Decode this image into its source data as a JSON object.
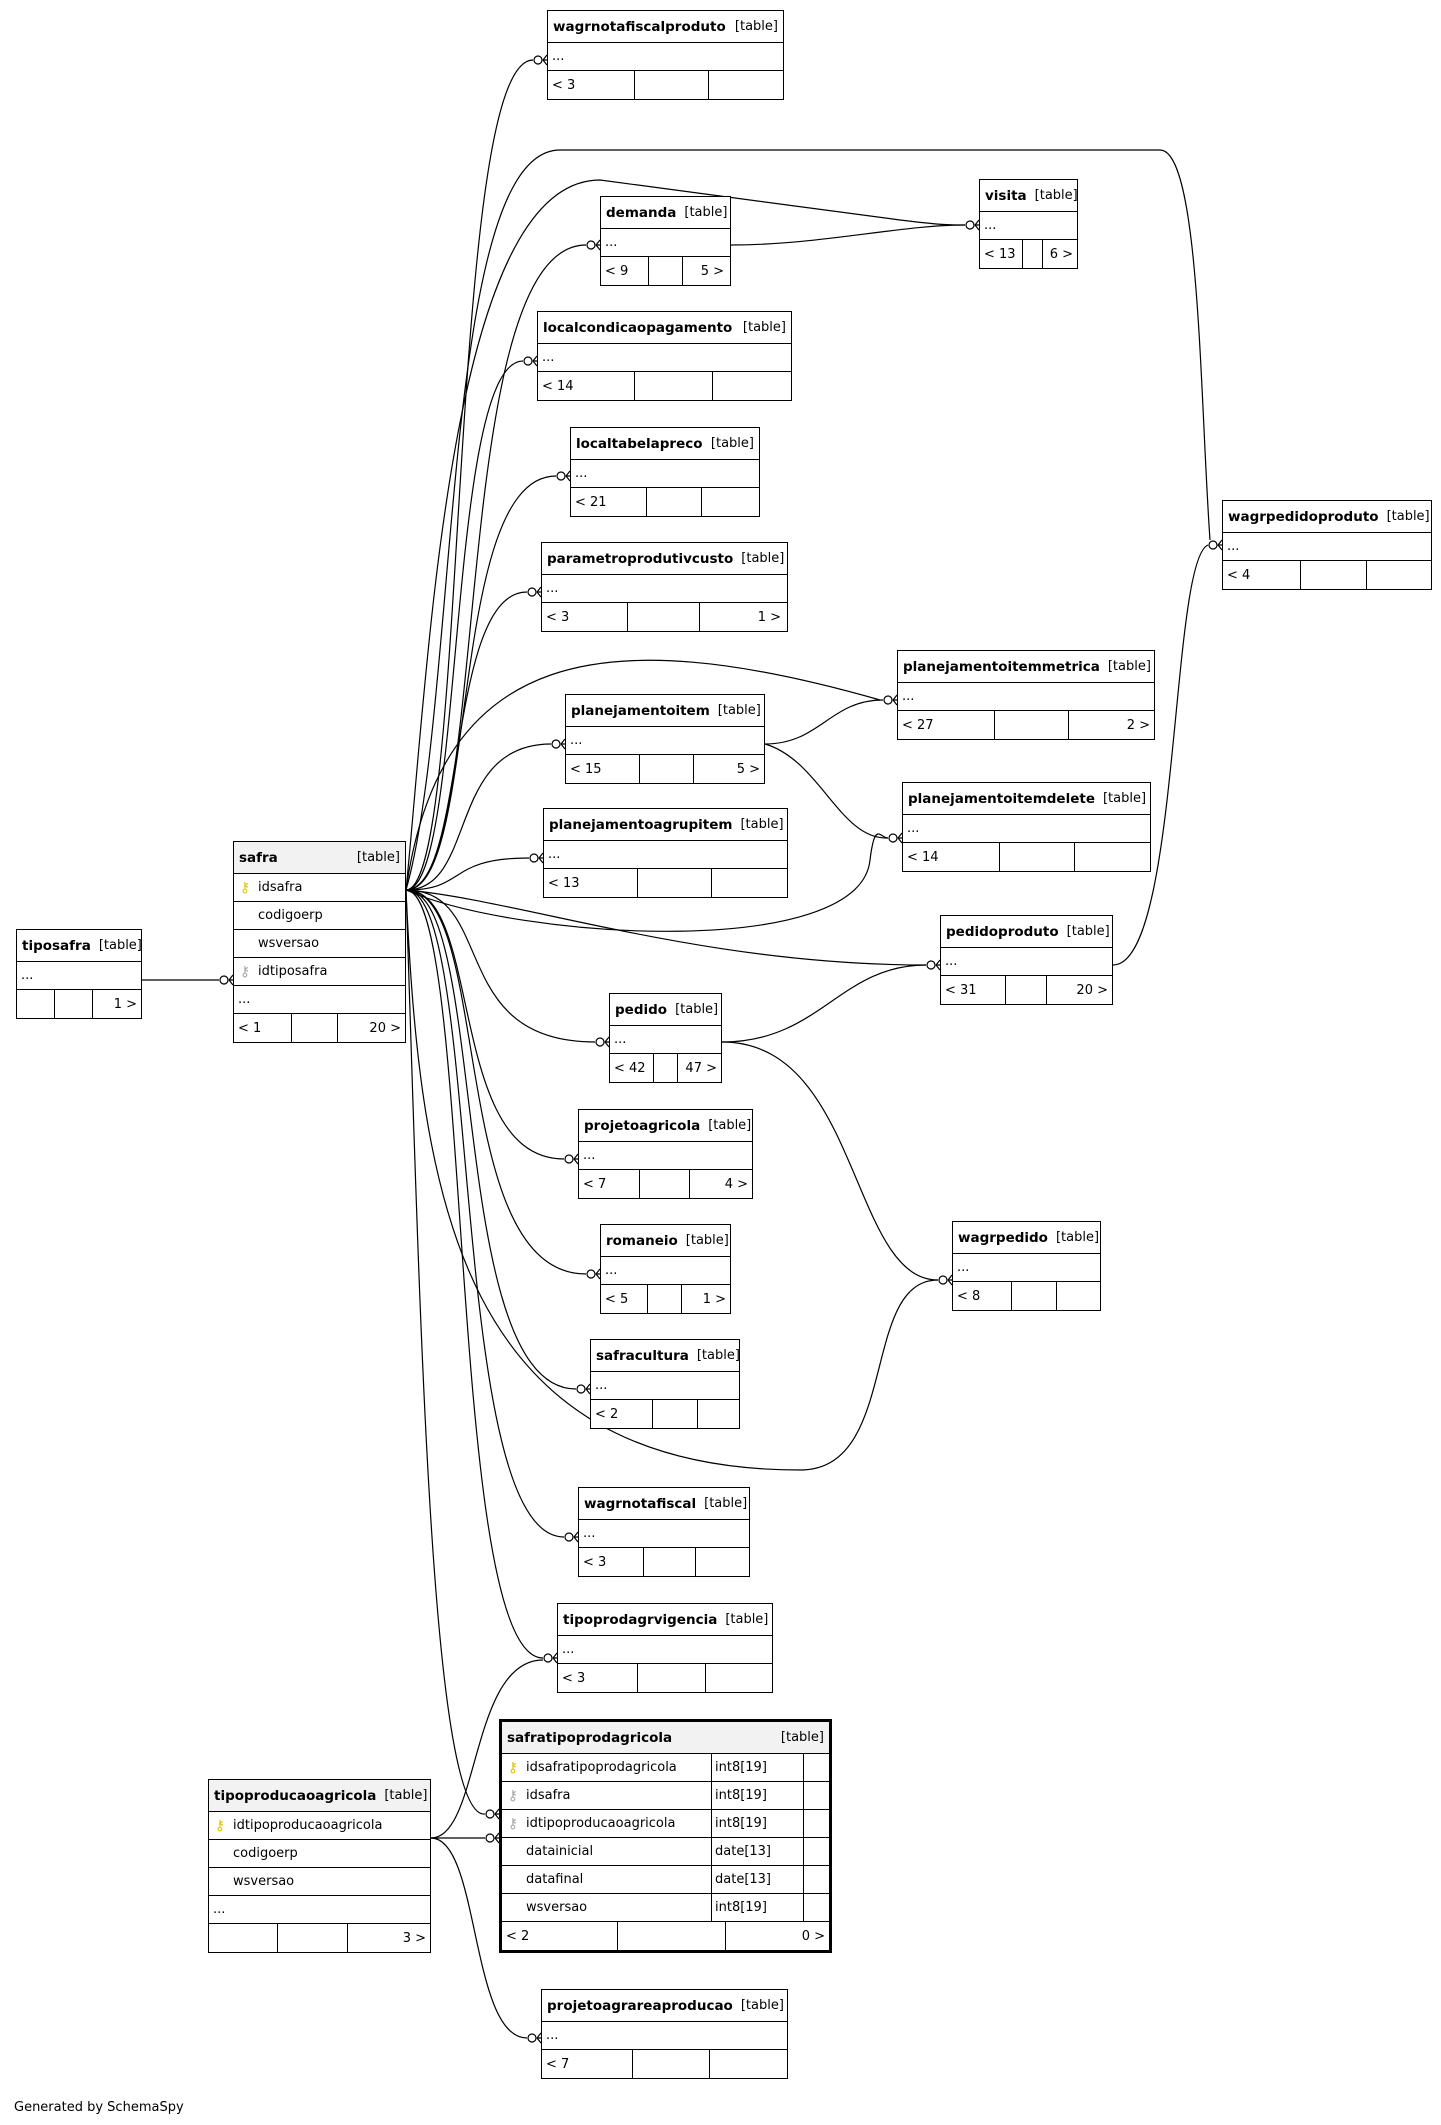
{
  "footer": "Generated by SchemaSpy",
  "table_type_label": "[table]",
  "ellipsis": "...",
  "tables": {
    "wagrnotafiscalproduto": {
      "name": "wagrnotafiscalproduto",
      "parents": "< 3",
      "mid": "",
      "children": ""
    },
    "demanda": {
      "name": "demanda",
      "parents": "< 9",
      "mid": "",
      "children": "5 >"
    },
    "visita": {
      "name": "visita",
      "parents": "< 13",
      "mid": "",
      "children": "6 >"
    },
    "localcondicaopagamento": {
      "name": "localcondicaopagamento",
      "parents": "< 14",
      "mid": "",
      "children": ""
    },
    "localtabelapreco": {
      "name": "localtabelapreco",
      "parents": "< 21",
      "mid": "",
      "children": ""
    },
    "wagrpedidoproduto": {
      "name": "wagrpedidoproduto",
      "parents": "< 4",
      "mid": "",
      "children": ""
    },
    "parametroprodutivcusto": {
      "name": "parametroprodutivcusto",
      "parents": "< 3",
      "mid": "",
      "children": "1 >"
    },
    "planejamentoitemmetrica": {
      "name": "planejamentoitemmetrica",
      "parents": "< 27",
      "mid": "",
      "children": "2 >"
    },
    "planejamentoitem": {
      "name": "planejamentoitem",
      "parents": "< 15",
      "mid": "",
      "children": "5 >"
    },
    "planejamentoitemdelete": {
      "name": "planejamentoitemdelete",
      "parents": "< 14",
      "mid": "",
      "children": ""
    },
    "planejamentoagrupitem": {
      "name": "planejamentoagrupitem",
      "parents": "< 13",
      "mid": "",
      "children": ""
    },
    "pedidoproduto": {
      "name": "pedidoproduto",
      "parents": "< 31",
      "mid": "",
      "children": "20 >"
    },
    "pedido": {
      "name": "pedido",
      "parents": "< 42",
      "mid": "",
      "children": "47 >"
    },
    "projetoagricola": {
      "name": "projetoagricola",
      "parents": "< 7",
      "mid": "",
      "children": "4 >"
    },
    "romaneio": {
      "name": "romaneio",
      "parents": "< 5",
      "mid": "",
      "children": "1 >"
    },
    "wagrpedido": {
      "name": "wagrpedido",
      "parents": "< 8",
      "mid": "",
      "children": ""
    },
    "safracultura": {
      "name": "safracultura",
      "parents": "< 2",
      "mid": "",
      "children": ""
    },
    "wagrnotafiscal": {
      "name": "wagrnotafiscal",
      "parents": "< 3",
      "mid": "",
      "children": ""
    },
    "tipoprodagrvigencia": {
      "name": "tipoprodagrvigencia",
      "parents": "< 3",
      "mid": "",
      "children": ""
    },
    "projetoagrareaproducao": {
      "name": "projetoagrareaproducao",
      "parents": "< 7",
      "mid": "",
      "children": ""
    },
    "tiposafra": {
      "name": "tiposafra",
      "parents": "",
      "mid": "",
      "children": "1 >"
    },
    "safra": {
      "name": "safra",
      "parents": "< 1",
      "mid": "",
      "children": "20 >",
      "columns": [
        {
          "name": "idsafra",
          "key": "pk"
        },
        {
          "name": "codigoerp",
          "key": ""
        },
        {
          "name": "wsversao",
          "key": ""
        },
        {
          "name": "idtiposafra",
          "key": "fk"
        }
      ]
    },
    "tipoproducaoagricola": {
      "name": "tipoproducaoagricola",
      "parents": "",
      "mid": "",
      "children": "3 >",
      "columns": [
        {
          "name": "idtipoproducaoagricola",
          "key": "pk"
        },
        {
          "name": "codigoerp",
          "key": ""
        },
        {
          "name": "wsversao",
          "key": ""
        }
      ]
    },
    "safratipoprodagricola": {
      "name": "safratipoprodagricola",
      "parents": "< 2",
      "mid": "",
      "children": "0 >",
      "columns": [
        {
          "name": "idsafratipoprodagricola",
          "type": "int8[19]",
          "key": "pk"
        },
        {
          "name": "idsafra",
          "type": "int8[19]",
          "key": "fk"
        },
        {
          "name": "idtipoproducaoagricola",
          "type": "int8[19]",
          "key": "fk"
        },
        {
          "name": "datainicial",
          "type": "date[13]",
          "key": ""
        },
        {
          "name": "datafinal",
          "type": "date[13]",
          "key": ""
        },
        {
          "name": "wsversao",
          "type": "int8[19]",
          "key": ""
        }
      ]
    }
  }
}
